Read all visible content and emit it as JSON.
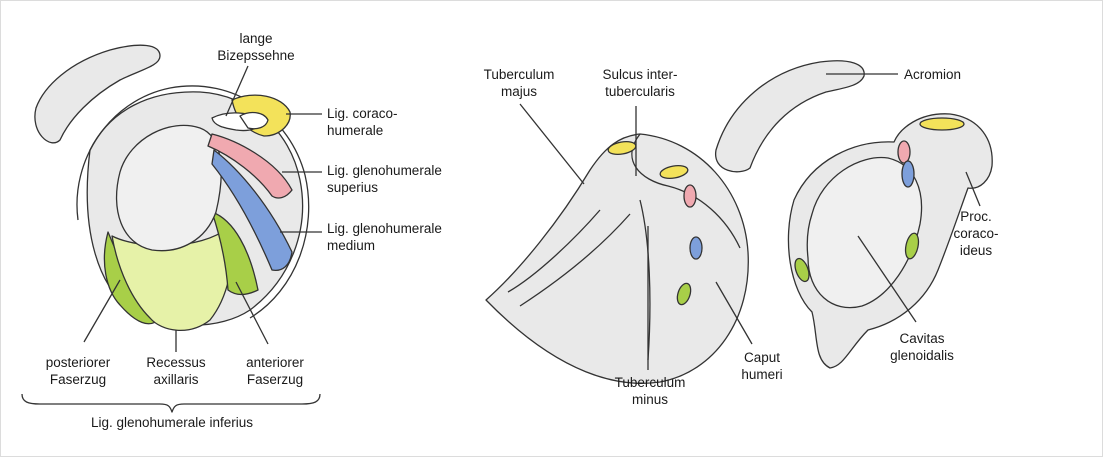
{
  "left_figure": {
    "labels": {
      "lange_line1": "lange",
      "lange_line2": "Bizepssehne",
      "coraco_line1": "Lig. coraco-",
      "coraco_line2": "humerale",
      "sup_line1": "Lig. glenohumerale",
      "sup_line2": "superius",
      "med_line1": "Lig. glenohumerale",
      "med_line2": "medium",
      "post_line1": "posteriorer",
      "post_line2": "Faserzug",
      "rec_line1": "Recessus",
      "rec_line2": "axillaris",
      "ant_line1": "anteriorer",
      "ant_line2": "Faserzug",
      "inferius": "Lig. glenohumerale inferius"
    }
  },
  "middle_figure": {
    "labels": {
      "majus_line1": "Tuberculum",
      "majus_line2": "majus",
      "sulcus_line1": "Sulcus inter-",
      "sulcus_line2": "tubercularis",
      "minus_line1": "Tuberculum",
      "minus_line2": "minus",
      "caput_line1": "Caput",
      "caput_line2": "humeri"
    }
  },
  "right_figure": {
    "labels": {
      "acromion": "Acromion",
      "proc_line1": "Proc.",
      "proc_line2": "coraco-",
      "proc_line3": "ideus",
      "cavitas_line1": "Cavitas",
      "cavitas_line2": "glenoidalis"
    }
  },
  "colors": {
    "bone": "#e9e9e9",
    "yellow": "#f3e25a",
    "pink": "#f0a9b0",
    "blue": "#7d9fdb",
    "green": "#a8cf48",
    "light_green": "#e6f2a8"
  }
}
